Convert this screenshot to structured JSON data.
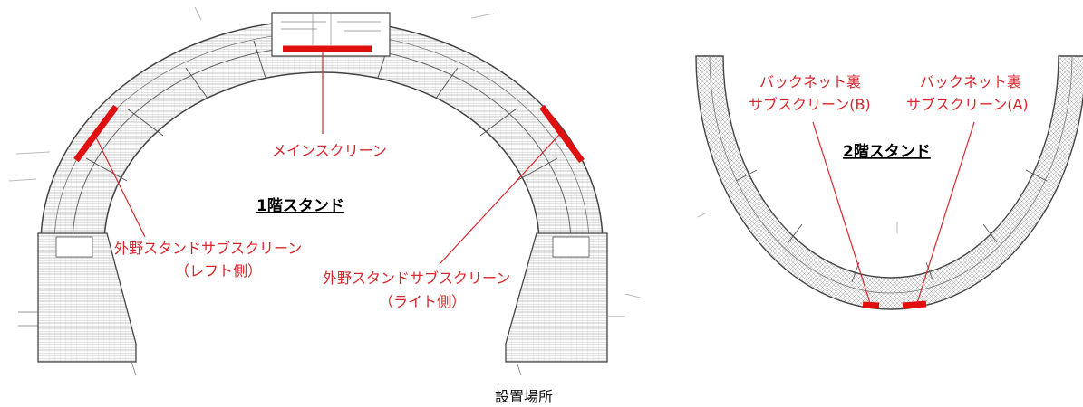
{
  "stand1": {
    "title": "1階スタンド",
    "main_screen": "メインスクリーン",
    "left_sub_line1": "外野スタンドサブスクリーン",
    "left_sub_line2": "（レフト側）",
    "right_sub_line1": "外野スタンドサブスクリーン",
    "right_sub_line2": "（ライト側）"
  },
  "stand2": {
    "title": "2階スタンド",
    "screen_b_line1": "バックネット裏",
    "screen_b_line2": "サブスクリーン(B)",
    "screen_a_line1": "バックネット裏",
    "screen_a_line2": "サブスクリーン(A)"
  },
  "caption": "設置場所",
  "colors": {
    "screen": "#e01010",
    "label": "#d8262b",
    "plan_line": "#555555"
  }
}
